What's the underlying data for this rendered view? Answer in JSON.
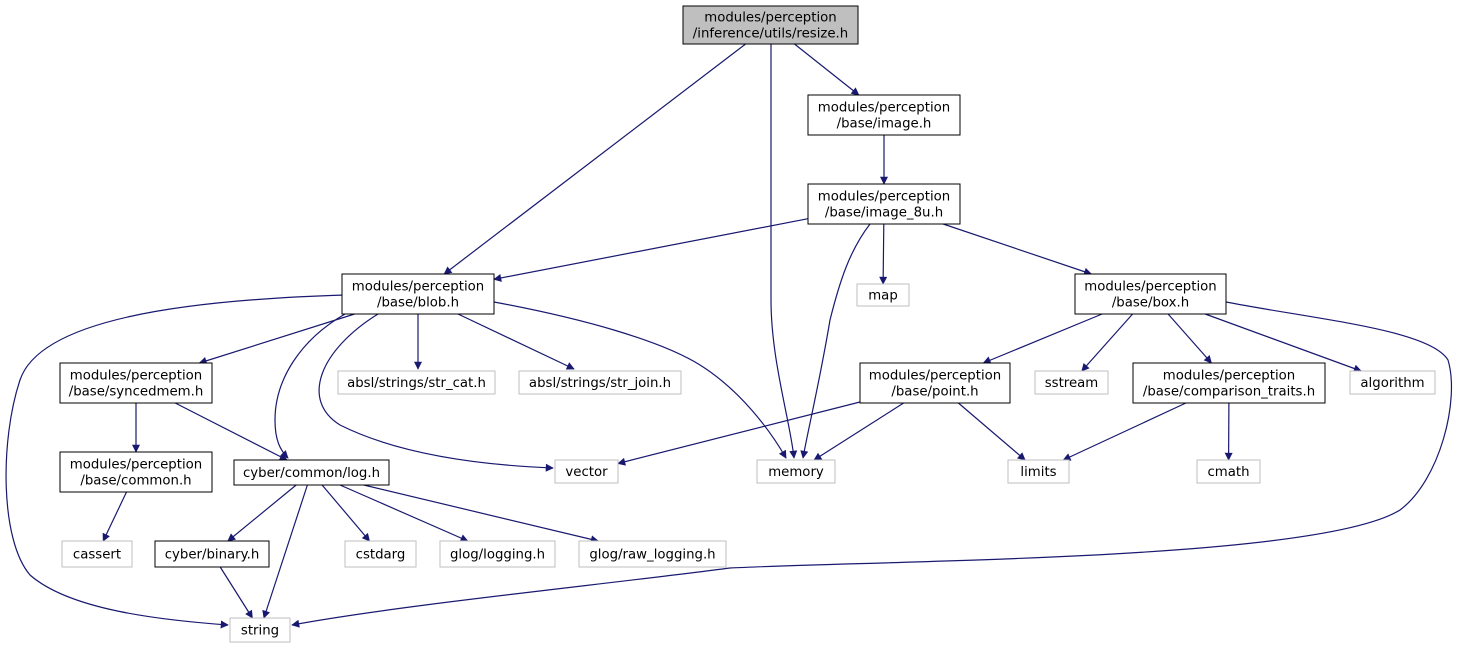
{
  "colors": {
    "edge": "#191970",
    "border": "#000000",
    "border_external": "#bfbfbf",
    "root_fill": "#bfbfbf",
    "fill": "#ffffff"
  },
  "nodes": [
    {
      "id": "resize",
      "lines": [
        "modules/perception",
        "/inference/utils/resize.h"
      ],
      "kind": "root"
    },
    {
      "id": "image",
      "lines": [
        "modules/perception",
        "/base/image.h"
      ],
      "kind": "header"
    },
    {
      "id": "image8u",
      "lines": [
        "modules/perception",
        "/base/image_8u.h"
      ],
      "kind": "header"
    },
    {
      "id": "blob",
      "lines": [
        "modules/perception",
        "/base/blob.h"
      ],
      "kind": "header"
    },
    {
      "id": "map",
      "lines": [
        "map"
      ],
      "kind": "external"
    },
    {
      "id": "box",
      "lines": [
        "modules/perception",
        "/base/box.h"
      ],
      "kind": "header"
    },
    {
      "id": "syncedmem",
      "lines": [
        "modules/perception",
        "/base/syncedmem.h"
      ],
      "kind": "header"
    },
    {
      "id": "strcat",
      "lines": [
        "absl/strings/str_cat.h"
      ],
      "kind": "external"
    },
    {
      "id": "strjoin",
      "lines": [
        "absl/strings/str_join.h"
      ],
      "kind": "external"
    },
    {
      "id": "point",
      "lines": [
        "modules/perception",
        "/base/point.h"
      ],
      "kind": "header"
    },
    {
      "id": "sstream",
      "lines": [
        "sstream"
      ],
      "kind": "external"
    },
    {
      "id": "comparison",
      "lines": [
        "modules/perception",
        "/base/comparison_traits.h"
      ],
      "kind": "header"
    },
    {
      "id": "algorithm",
      "lines": [
        "algorithm"
      ],
      "kind": "external"
    },
    {
      "id": "common",
      "lines": [
        "modules/perception",
        "/base/common.h"
      ],
      "kind": "header"
    },
    {
      "id": "log",
      "lines": [
        "cyber/common/log.h"
      ],
      "kind": "header"
    },
    {
      "id": "vector",
      "lines": [
        "vector"
      ],
      "kind": "external"
    },
    {
      "id": "memory",
      "lines": [
        "memory"
      ],
      "kind": "external"
    },
    {
      "id": "limits",
      "lines": [
        "limits"
      ],
      "kind": "external"
    },
    {
      "id": "cmath",
      "lines": [
        "cmath"
      ],
      "kind": "external"
    },
    {
      "id": "cassert",
      "lines": [
        "cassert"
      ],
      "kind": "external"
    },
    {
      "id": "binary",
      "lines": [
        "cyber/binary.h"
      ],
      "kind": "header"
    },
    {
      "id": "cstdarg",
      "lines": [
        "cstdarg"
      ],
      "kind": "external"
    },
    {
      "id": "glog",
      "lines": [
        "glog/logging.h"
      ],
      "kind": "external"
    },
    {
      "id": "rawlog",
      "lines": [
        "glog/raw_logging.h"
      ],
      "kind": "external"
    },
    {
      "id": "string",
      "lines": [
        "string"
      ],
      "kind": "external"
    }
  ],
  "edges": [
    [
      "resize",
      "blob"
    ],
    [
      "resize",
      "memory"
    ],
    [
      "resize",
      "image"
    ],
    [
      "image",
      "image8u"
    ],
    [
      "image8u",
      "blob"
    ],
    [
      "image8u",
      "memory"
    ],
    [
      "image8u",
      "map"
    ],
    [
      "image8u",
      "box"
    ],
    [
      "blob",
      "string"
    ],
    [
      "blob",
      "syncedmem"
    ],
    [
      "blob",
      "log"
    ],
    [
      "blob",
      "vector"
    ],
    [
      "blob",
      "strcat"
    ],
    [
      "blob",
      "strjoin"
    ],
    [
      "blob",
      "memory"
    ],
    [
      "box",
      "point"
    ],
    [
      "box",
      "sstream"
    ],
    [
      "box",
      "comparison"
    ],
    [
      "box",
      "algorithm"
    ],
    [
      "box",
      "string"
    ],
    [
      "syncedmem",
      "common"
    ],
    [
      "syncedmem",
      "log"
    ],
    [
      "common",
      "cassert"
    ],
    [
      "log",
      "binary"
    ],
    [
      "log",
      "string"
    ],
    [
      "log",
      "cstdarg"
    ],
    [
      "log",
      "glog"
    ],
    [
      "log",
      "rawlog"
    ],
    [
      "binary",
      "string"
    ],
    [
      "point",
      "vector"
    ],
    [
      "point",
      "memory"
    ],
    [
      "point",
      "limits"
    ],
    [
      "comparison",
      "limits"
    ],
    [
      "comparison",
      "cmath"
    ]
  ]
}
